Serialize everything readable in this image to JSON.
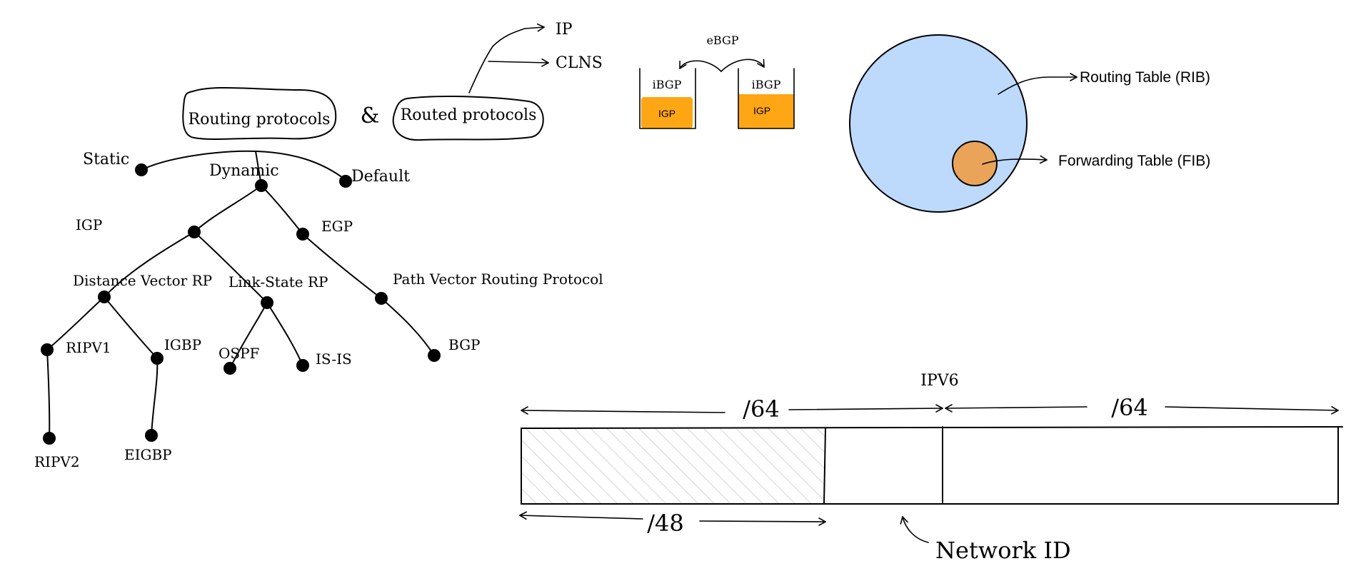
{
  "routing": {
    "routing_protocols": "Routing protocols",
    "amp": "&",
    "routed_protocols": "Routed protocols",
    "routed_ip": "IP",
    "routed_clns": "CLNS",
    "static": "Static",
    "dynamic": "Dynamic",
    "default": "Default",
    "igp": "IGP",
    "egp": "EGP",
    "distance_vector": "Distance Vector RP",
    "link_state": "Link-State RP",
    "path_vector": "Path Vector Routing Protocol",
    "ripv1": "RIPV1",
    "igbp": "IGBP",
    "ospf": "OSPF",
    "isis": "IS-IS",
    "bgp": "BGP",
    "ripv2": "RIPV2",
    "eigbp": "EIGBP"
  },
  "bgp_diagram": {
    "ebgp": "eBGP",
    "ibgp_left": "iBGP",
    "ibgp_right": "iBGP",
    "igp_left": "IGP",
    "igp_right": "IGP",
    "igp_color": "#FFA614"
  },
  "tables": {
    "rib": "Routing Table (RIB)",
    "fib": "Forwarding Table (FIB)",
    "rib_color": "#BDD9FB",
    "fib_color": "#E9A45A"
  },
  "ipv6": {
    "title": "IPV6",
    "left_64": "/64",
    "right_64": "/64",
    "prefix_48": "/48",
    "network_id": "Network ID"
  }
}
